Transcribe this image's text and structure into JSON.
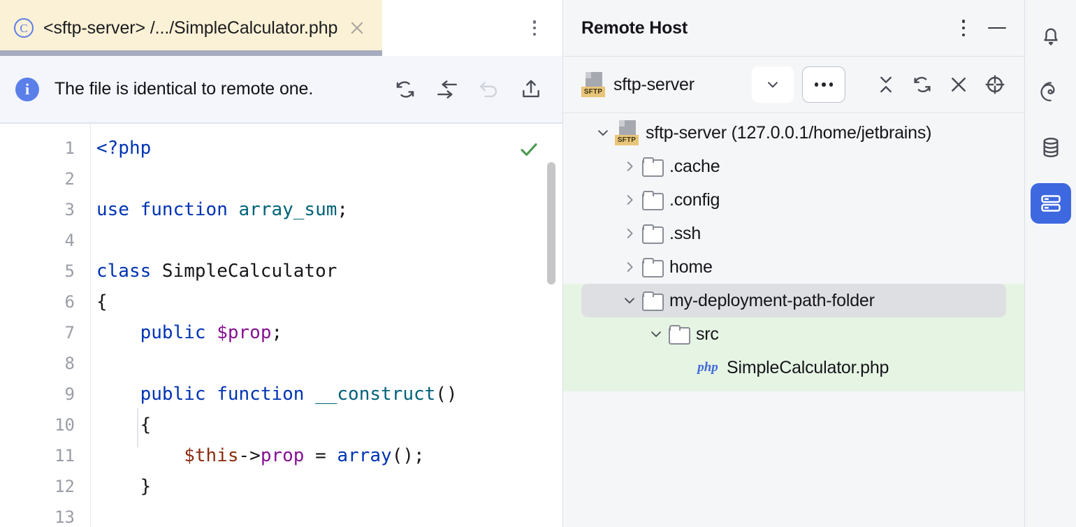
{
  "editor": {
    "tab": {
      "icon": "remote-file-circle-c-icon",
      "title": "<sftp-server> /.../SimpleCalculator.php",
      "close_label": "×"
    },
    "tab_more_label": "…",
    "banner": {
      "icon": "info-icon",
      "message": "The file is identical to remote one.",
      "actions": [
        {
          "name": "sync-icon",
          "title": "Sync"
        },
        {
          "name": "download-from-remote-icon",
          "title": "Download from here"
        },
        {
          "name": "undo-icon",
          "title": "Revert",
          "disabled": true
        },
        {
          "name": "upload-icon",
          "title": "Upload to here"
        }
      ]
    },
    "gutter_lines": [
      "1",
      "2",
      "3",
      "4",
      "5",
      "6",
      "7",
      "8",
      "9",
      "10",
      "11",
      "12",
      "13"
    ],
    "status_icon": "green-check-icon",
    "code_lines": [
      [
        {
          "t": "<?php",
          "c": "k"
        }
      ],
      [],
      [
        {
          "t": "use ",
          "c": "k"
        },
        {
          "t": "function ",
          "c": "k"
        },
        {
          "t": "array_sum",
          "c": "fn"
        },
        {
          "t": ";",
          "c": "pl"
        }
      ],
      [],
      [
        {
          "t": "class ",
          "c": "k"
        },
        {
          "t": "SimpleCalculator",
          "c": "pl"
        }
      ],
      [
        {
          "t": "{",
          "c": "pl"
        }
      ],
      [
        {
          "t": "    ",
          "c": "pl"
        },
        {
          "t": "public ",
          "c": "k"
        },
        {
          "t": "$prop",
          "c": "var"
        },
        {
          "t": ";",
          "c": "pl"
        }
      ],
      [],
      [
        {
          "t": "    ",
          "c": "pl"
        },
        {
          "t": "public ",
          "c": "k"
        },
        {
          "t": "function ",
          "c": "k"
        },
        {
          "t": "__construct",
          "c": "fn"
        },
        {
          "t": "()",
          "c": "pl"
        }
      ],
      [
        {
          "t": "    ",
          "c": "pl"
        },
        {
          "t": "{",
          "c": "pl"
        }
      ],
      [
        {
          "t": "        ",
          "c": "pl"
        },
        {
          "t": "$this",
          "c": "this"
        },
        {
          "t": "->",
          "c": "pl"
        },
        {
          "t": "prop",
          "c": "var"
        },
        {
          "t": " = ",
          "c": "pl"
        },
        {
          "t": "array",
          "c": "k"
        },
        {
          "t": "();",
          "c": "pl"
        }
      ],
      [
        {
          "t": "    ",
          "c": "pl"
        },
        {
          "t": "}",
          "c": "pl"
        }
      ],
      []
    ]
  },
  "remote": {
    "title": "Remote Host",
    "header_more_label": "…",
    "header_minimize_label": "—",
    "server": {
      "icon": "sftp-server-icon",
      "badge": "SFTP",
      "name": "sftp-server"
    },
    "toolbar": {
      "chevron": "chevron-down-icon",
      "ellipsis": "more-options-button",
      "buttons": [
        {
          "name": "collapse-all-icon",
          "title": "Collapse All"
        },
        {
          "name": "refresh-icon",
          "title": "Refresh"
        },
        {
          "name": "close-icon",
          "title": "Disconnect"
        },
        {
          "name": "locate-icon",
          "title": "Select Opened File"
        }
      ]
    },
    "tree": [
      {
        "label": "sftp-server (127.0.0.1/home/jetbrains)",
        "icon": "sftp-server-icon",
        "depth": 0,
        "twisty": "expanded",
        "selected": false,
        "highlight": false
      },
      {
        "label": ".cache",
        "icon": "folder-icon",
        "depth": 1,
        "twisty": "collapsed",
        "selected": false,
        "highlight": false
      },
      {
        "label": ".config",
        "icon": "folder-icon",
        "depth": 1,
        "twisty": "collapsed",
        "selected": false,
        "highlight": false
      },
      {
        "label": ".ssh",
        "icon": "folder-icon",
        "depth": 1,
        "twisty": "collapsed",
        "selected": false,
        "highlight": false
      },
      {
        "label": "home",
        "icon": "folder-icon",
        "depth": 1,
        "twisty": "collapsed",
        "selected": false,
        "highlight": false
      },
      {
        "label": "my-deployment-path-folder",
        "icon": "folder-icon",
        "depth": 1,
        "twisty": "expanded",
        "selected": true,
        "highlight": true
      },
      {
        "label": "src",
        "icon": "folder-icon",
        "depth": 2,
        "twisty": "expanded",
        "selected": false,
        "highlight": true
      },
      {
        "label": "SimpleCalculator.php",
        "icon": "php-icon",
        "depth": 3,
        "twisty": "none",
        "selected": false,
        "highlight": true
      }
    ]
  },
  "rail": {
    "items": [
      {
        "name": "notifications-icon",
        "label": "Notifications",
        "active": false
      },
      {
        "name": "ai-assistant-icon",
        "label": "AI Assistant",
        "active": false
      },
      {
        "name": "database-icon",
        "label": "Database",
        "active": false
      },
      {
        "name": "remote-host-icon",
        "label": "Remote Host",
        "active": true
      }
    ]
  },
  "colors": {
    "tab_modified_bg": "#FBF1D6",
    "accent_blue": "#3E68E0",
    "info_blue": "#5B7FE8",
    "tree_highlight_green": "#E6F4E4",
    "tree_selection_grey": "#DEDFE3",
    "sftp_badge": "#E8C578",
    "keyword": "#0033B3",
    "function": "#00627A",
    "variable": "#871094",
    "this_var": "#8B2C0F",
    "check_green": "#4E9A55"
  }
}
